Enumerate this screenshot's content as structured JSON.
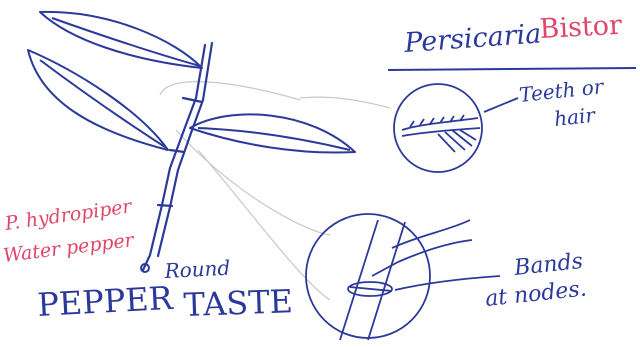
{
  "colors": {
    "paper": "#ffffff",
    "ink_blue": "#2b3a9a",
    "ink_red": "#e0466a",
    "pencil": "#c8c8cc"
  },
  "labels": {
    "genus": "Persicaria",
    "species_red": "Bistor",
    "teeth_line1": "Teeth or",
    "teeth_line2": "hair",
    "phydropiper": "P. hydropiper",
    "water_pepper": "Water pepper",
    "round": "Round",
    "pepper": "PEPPER",
    "taste": "TASTE",
    "bands_line1": "Bands",
    "bands_line2": "at nodes."
  }
}
